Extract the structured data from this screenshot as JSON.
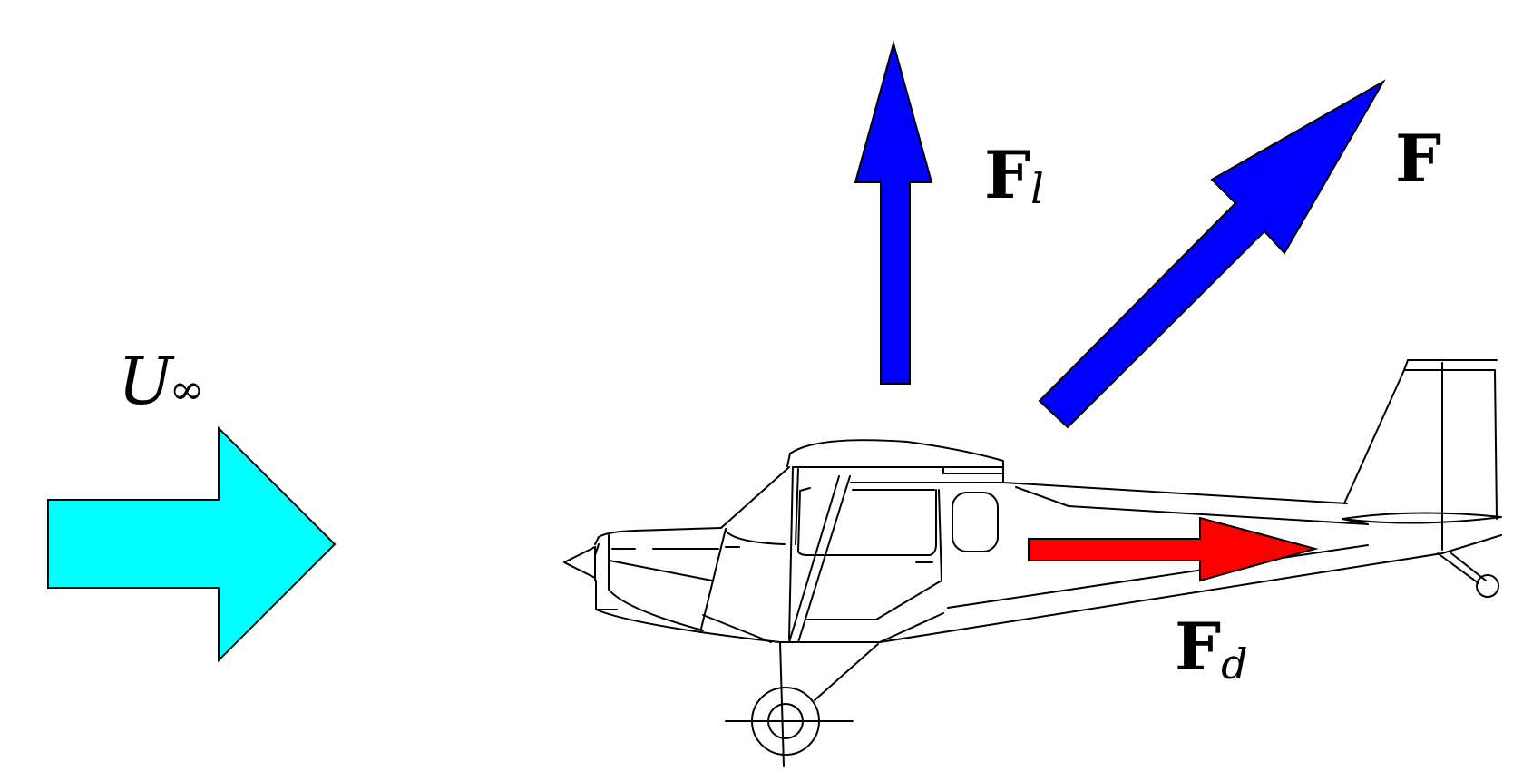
{
  "labels": {
    "freestream": {
      "main": "U",
      "sub": "∞"
    },
    "lift": {
      "main": "F",
      "sub": "l"
    },
    "resultant": {
      "main": "F"
    },
    "drag": {
      "main": "F",
      "sub": "d"
    }
  },
  "colors": {
    "freestream_arrow": "#00ffff",
    "lift_arrow": "#0000ff",
    "resultant_arrow": "#0000ff",
    "drag_arrow": "#ff0000",
    "outline": "#000000"
  }
}
